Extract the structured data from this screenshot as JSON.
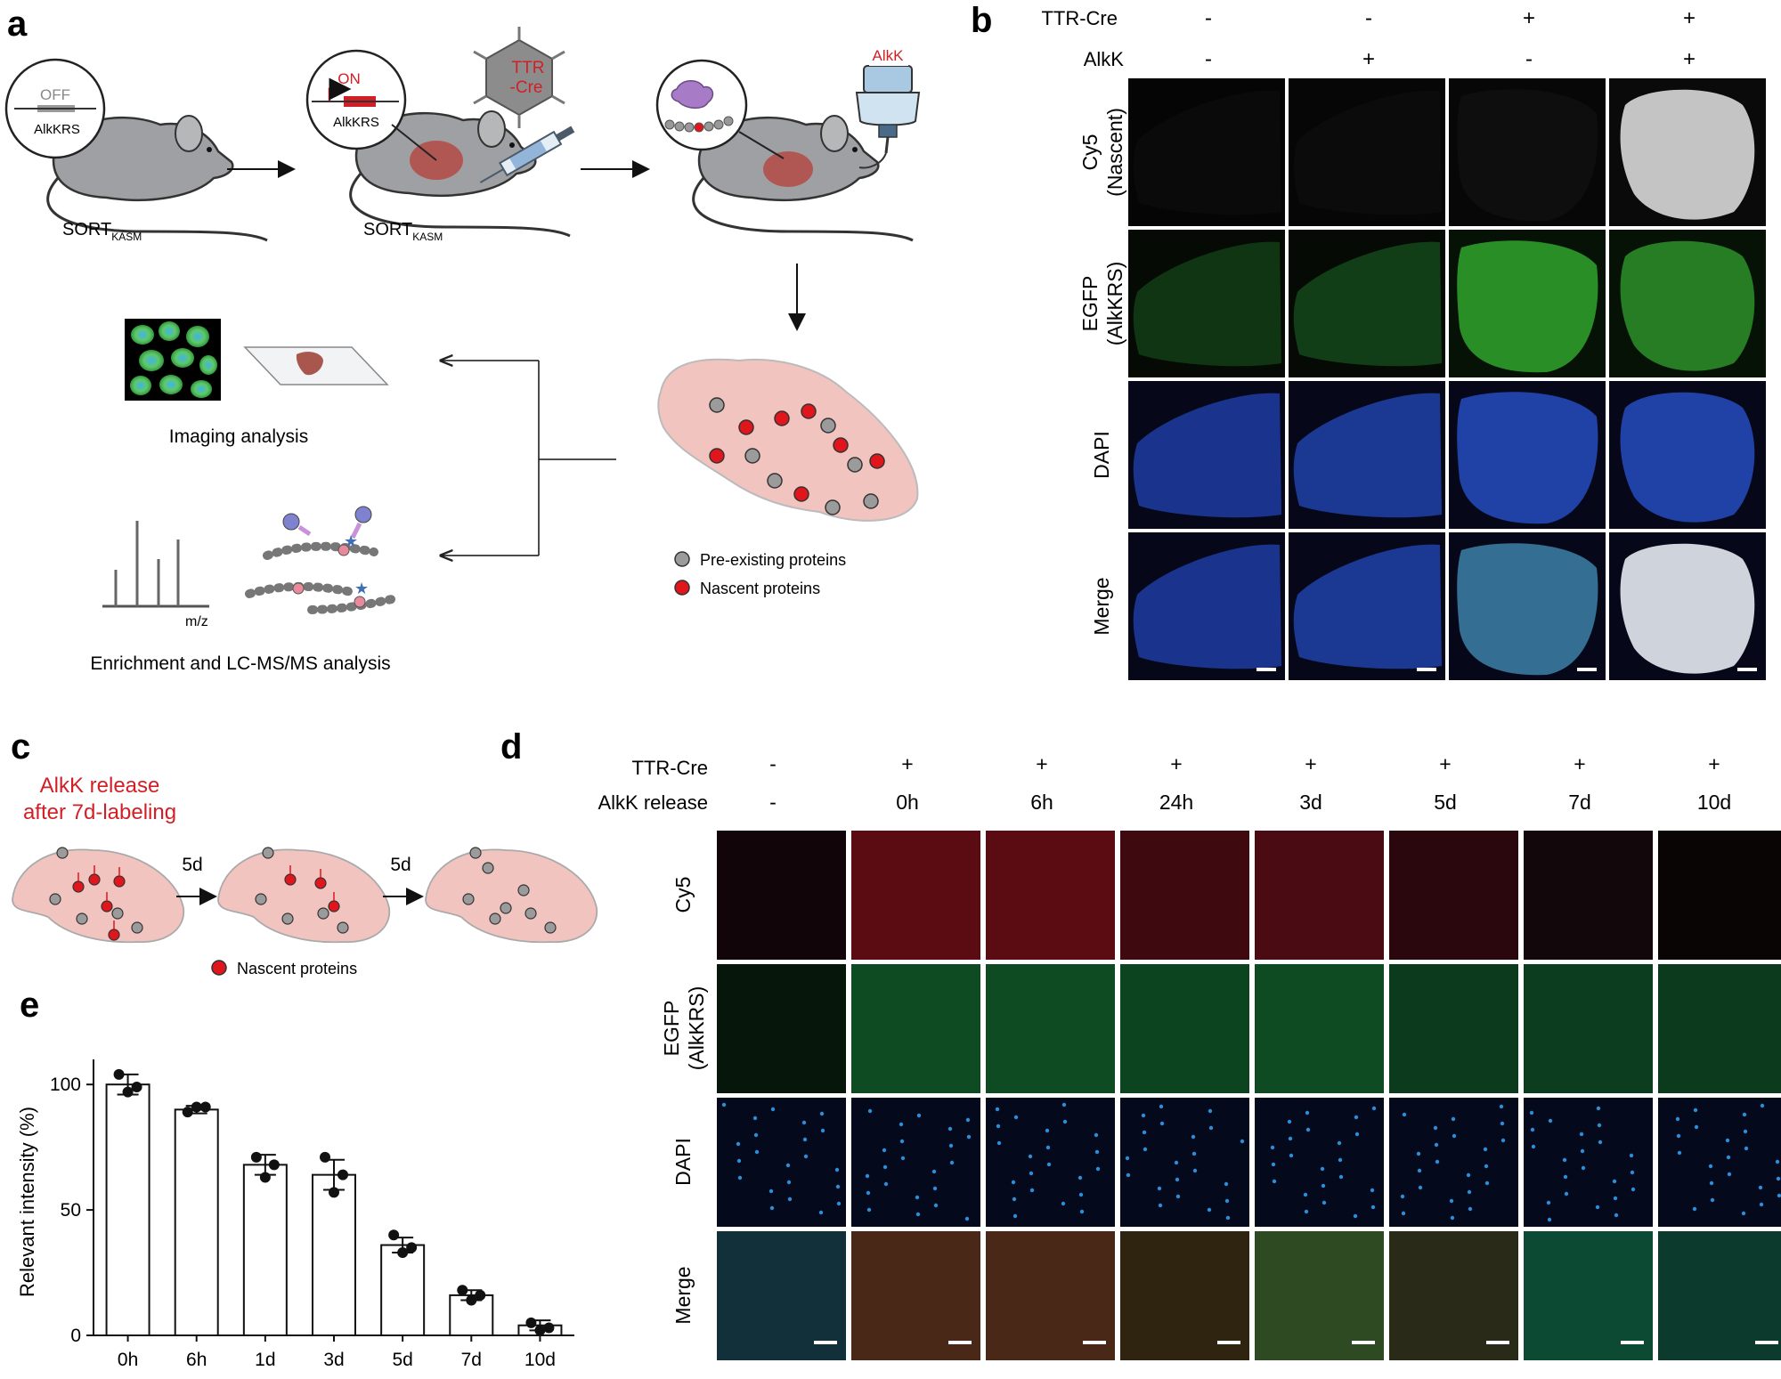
{
  "panel_letters": [
    "a",
    "b",
    "c",
    "d",
    "e"
  ],
  "panel_a": {
    "bubble1": {
      "top": "OFF",
      "bottom": "AlkKRS"
    },
    "bubble2": {
      "top": "ON",
      "bottom": "AlkKRS"
    },
    "virus_label": [
      "TTR",
      "-Cre"
    ],
    "bottle_label": "AlkK",
    "mouse_label_main": "SORT",
    "mouse_label_sub": "KASM",
    "imaging_label": "Imaging analysis",
    "ms_axis_label": "m/z",
    "ms_label": "Enrichment and LC-MS/MS analysis",
    "legend": [
      "Pre-existing proteins",
      "Nascent proteins"
    ],
    "colors": {
      "tissue": "#f2c4c0",
      "nascent": "#e0161c",
      "preexisting": "#9b9b9b",
      "accent_red": "#d21f26"
    }
  },
  "panel_b": {
    "header_rows": [
      {
        "label": "TTR-Cre",
        "values": [
          "-",
          "-",
          "+",
          "+"
        ]
      },
      {
        "label": "AlkK",
        "values": [
          "-",
          "+",
          "-",
          "+"
        ]
      }
    ],
    "row_labels": [
      [
        "Cy5",
        "(Nascent)"
      ],
      [
        "EGFP",
        "(AlkKRS)"
      ],
      [
        "DAPI"
      ],
      [
        "Merge"
      ]
    ]
  },
  "panel_c": {
    "title_lines": [
      "AlkK release",
      "after 7d-labeling"
    ],
    "arrow_labels": [
      "5d",
      "5d"
    ],
    "legend": "Nascent proteins"
  },
  "panel_d": {
    "header_rows": [
      {
        "label": "TTR-Cre",
        "values": [
          "-",
          "+",
          "+",
          "+",
          "+",
          "+",
          "+",
          "+"
        ]
      },
      {
        "label": "AlkK release",
        "values": [
          "-",
          "0h",
          "6h",
          "24h",
          "3d",
          "5d",
          "7d",
          "10d"
        ]
      }
    ],
    "row_labels": [
      [
        "Cy5"
      ],
      [
        "EGFP",
        "(AlkKRS)"
      ],
      [
        "DAPI"
      ],
      [
        "Merge"
      ]
    ]
  },
  "chart_data": {
    "type": "bar",
    "categories": [
      "0h",
      "6h",
      "1d",
      "3d",
      "5d",
      "7d",
      "10d"
    ],
    "values": [
      100,
      90,
      68,
      64,
      36,
      16,
      4
    ],
    "errors": [
      4,
      1.5,
      4,
      6,
      3,
      2,
      2
    ],
    "points": [
      [
        104,
        97,
        99
      ],
      [
        89,
        91,
        91
      ],
      [
        71,
        63,
        68
      ],
      [
        71,
        57,
        64
      ],
      [
        40,
        33,
        35
      ],
      [
        18,
        14,
        16
      ],
      [
        5,
        2,
        3
      ]
    ],
    "ylabel": "Relevant intensity (%)",
    "yticks": [
      0,
      50,
      100
    ],
    "ylim": [
      0,
      110
    ],
    "xlabel": "",
    "title": ""
  }
}
